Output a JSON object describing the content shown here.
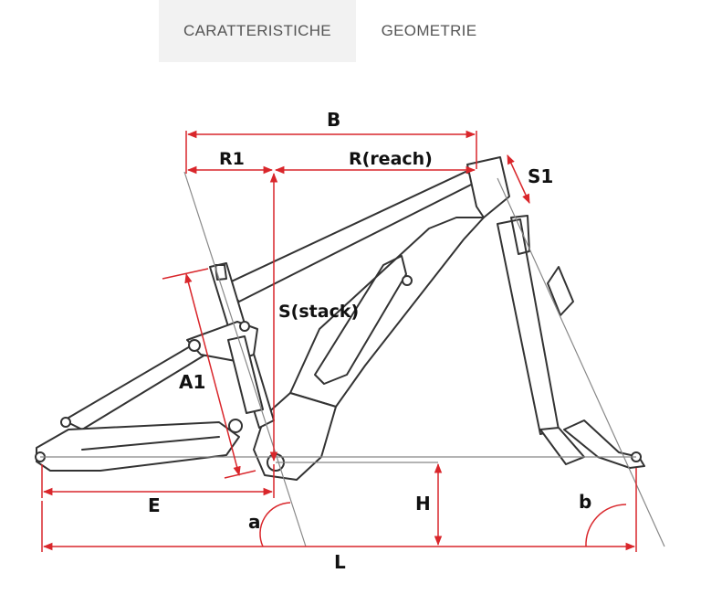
{
  "tabs": [
    {
      "label": "CARATTERISTICHE",
      "active": true
    },
    {
      "label": "GEOMETRIE",
      "active": false
    }
  ],
  "diagram": {
    "labels": {
      "B": "B",
      "R1": "R1",
      "R": "R(reach)",
      "S1": "S1",
      "S": "S(stack)",
      "A1": "A1",
      "E": "E",
      "a": "a",
      "H": "H",
      "b": "b",
      "L": "L"
    }
  },
  "colors": {
    "dimension": "#d9262b",
    "frame": "#333333",
    "guide": "#888888",
    "tab_active_bg": "#f2f2f2",
    "tab_text": "#555555"
  }
}
